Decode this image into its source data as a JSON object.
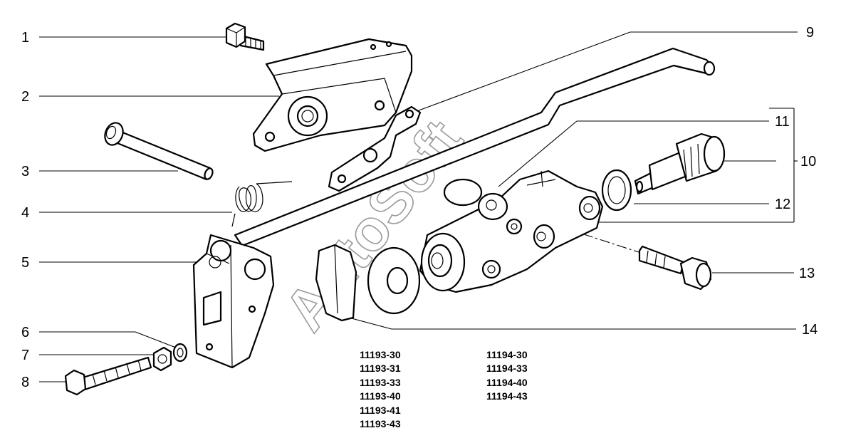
{
  "callouts": [
    "1",
    "2",
    "3",
    "4",
    "5",
    "6",
    "7",
    "8",
    "9",
    "10",
    "11",
    "12",
    "13",
    "14"
  ],
  "variants": {
    "column_a": [
      "11193-30",
      "11193-31",
      "11193-33",
      "11193-40",
      "11193-41",
      "11193-43"
    ],
    "column_b": [
      "11194-30",
      "11194-33",
      "11194-40",
      "11194-43"
    ]
  },
  "watermark": "AutoSoft"
}
